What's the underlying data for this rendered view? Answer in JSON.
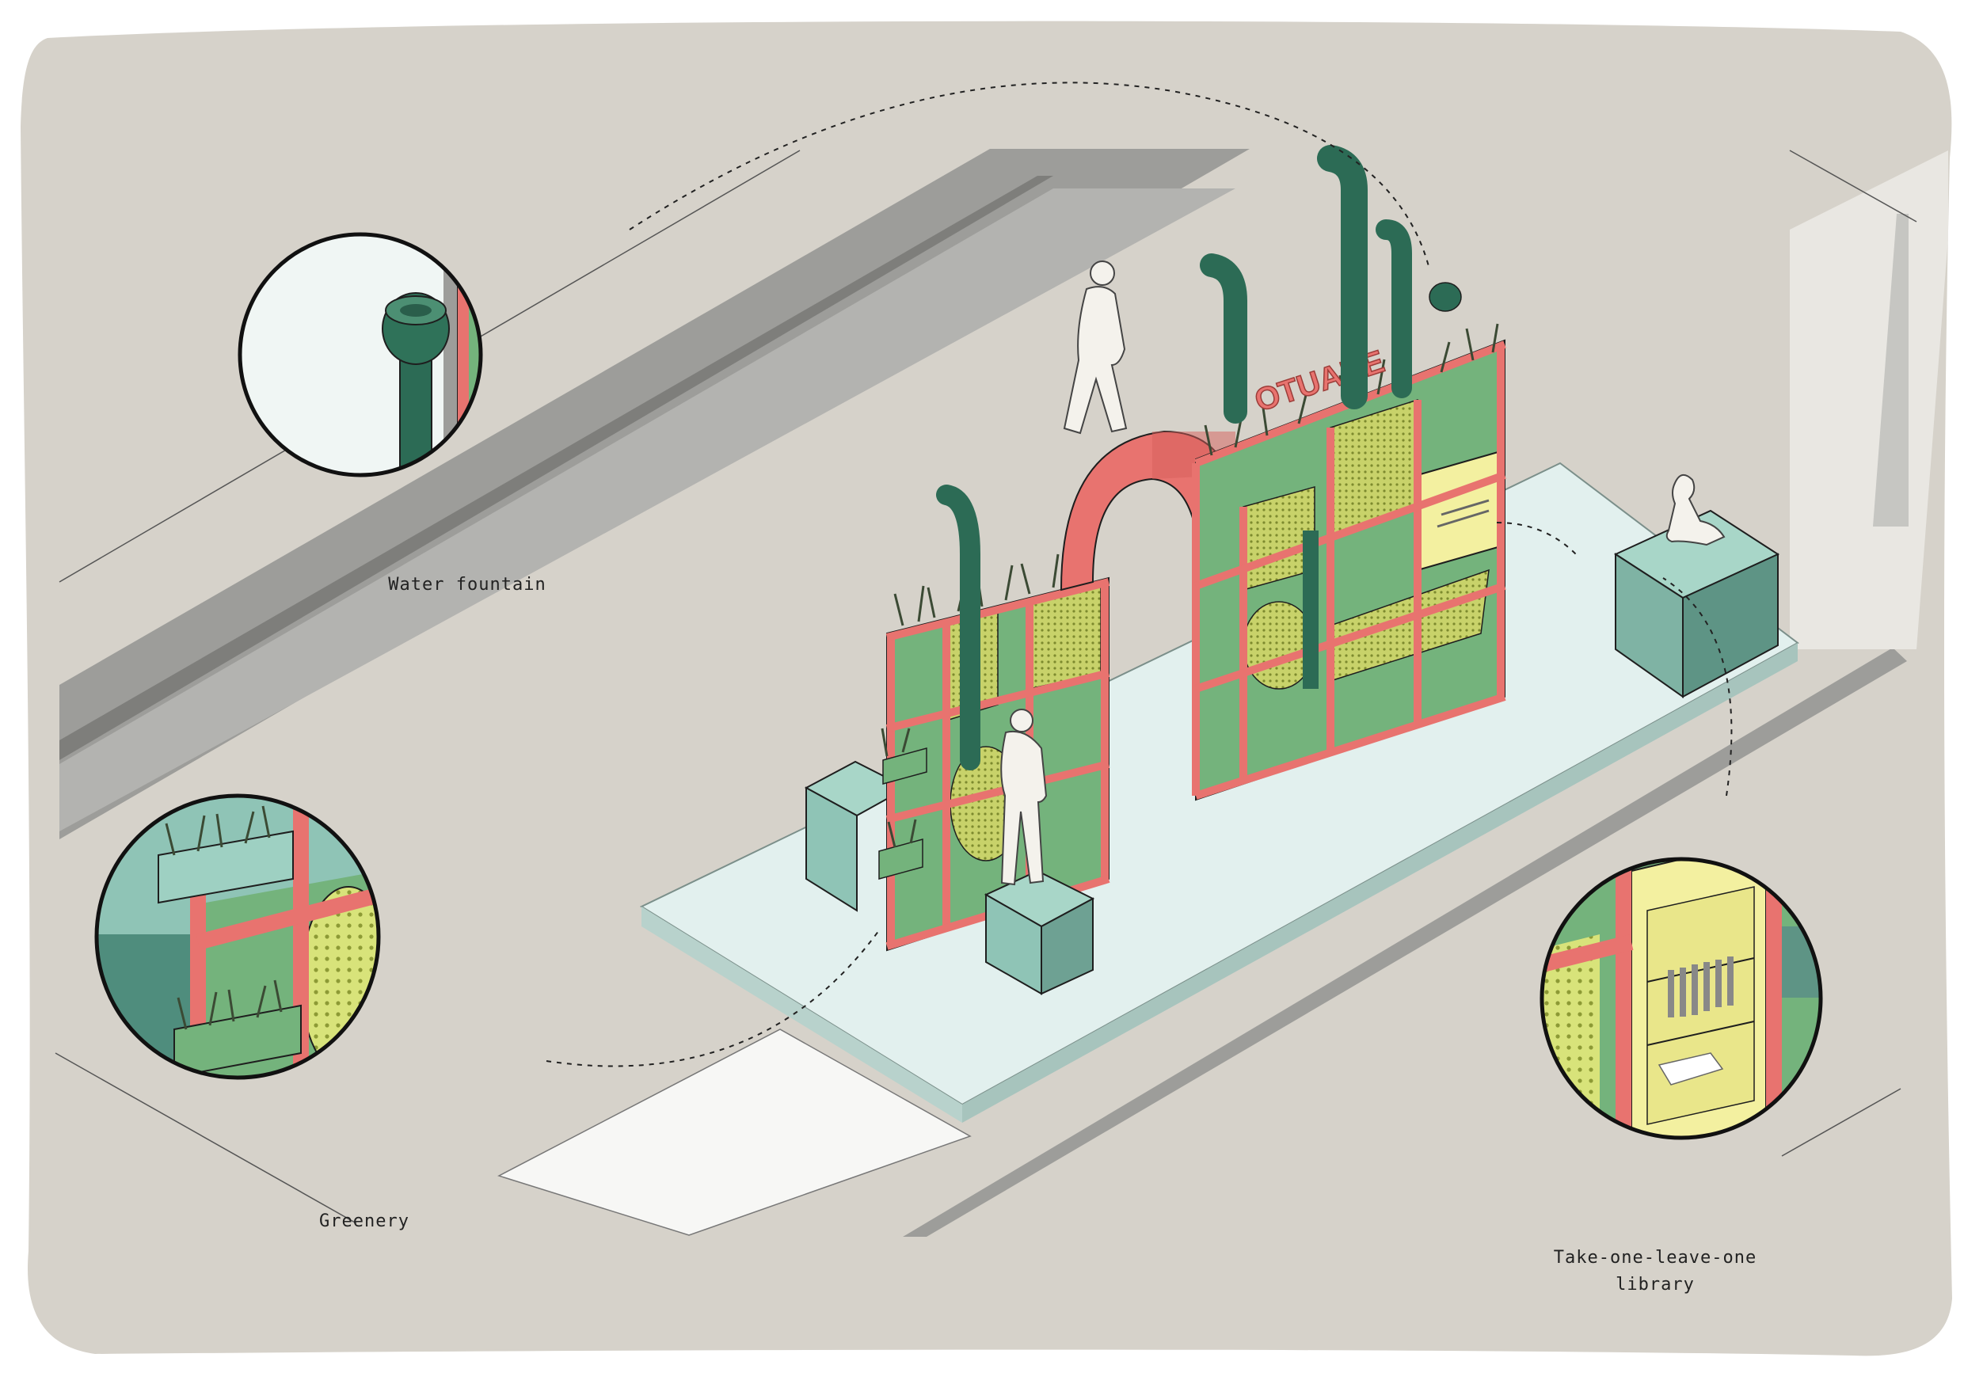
{
  "callouts": {
    "water_fountain": "Water fountain",
    "greenery": "Greenery",
    "library_line1": "Take-one-leave-one",
    "library_line2": "library"
  },
  "sign_text": "OTUANE",
  "colors": {
    "background": "#d6d2ca",
    "road": "#9d9d9a",
    "platform": "#e2f0ee",
    "frame": "#e8736f",
    "panel_green": "#74b37c",
    "panel_dark": "#3f7f62",
    "block_teal": "#8fc4b6",
    "pipe": "#2c6b55",
    "mesh": "#c2cc62",
    "library": "#f3f0a0",
    "outline": "#1e1e1e"
  }
}
